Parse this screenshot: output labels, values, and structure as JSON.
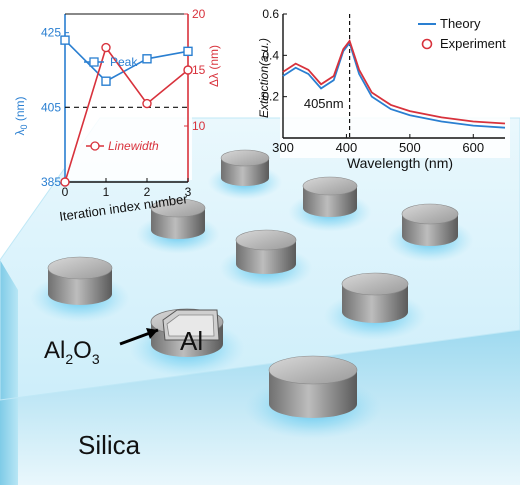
{
  "substrate": {
    "label": "Silica",
    "color_top": "#d6f2fb",
    "color_glow": "#7fd6f2",
    "color_edge": "#4aa7cf"
  },
  "disk_annotation": {
    "inner_label": "Al",
    "shell_label_main": "Al",
    "shell_sub_1": "2",
    "shell_label_mid": "O",
    "shell_sub_2": "3"
  },
  "charts": {
    "inset_left": {
      "x_label": "Iteration index number",
      "left_axis_label": "λ",
      "left_axis_sub": "0",
      "left_axis_unit": " (nm)",
      "right_axis_label": "Δλ (nm)",
      "left_color": "#2a7fd1",
      "right_color": "#d8323c"
    },
    "inset_right": {
      "x_label": "Wavelength (nm)",
      "y_label": "Extinction(a.u.)",
      "marker_label": "405nm"
    }
  },
  "chart_data": [
    {
      "type": "line",
      "x": [
        0,
        1,
        2,
        3
      ],
      "xticks": [
        0,
        1,
        2,
        3
      ],
      "xlabel": "Iteration index number",
      "ylabel": "λ0 (nm)",
      "ylim": [
        385,
        430
      ],
      "yticks": [
        385,
        405,
        425
      ],
      "y2label": "Δλ (nm)",
      "y2lim": [
        5,
        20
      ],
      "y2ticks": [
        10,
        15,
        20
      ],
      "series": [
        {
          "name": "Peak",
          "axis": "left",
          "values": [
            423,
            412,
            418,
            420
          ],
          "color": "#2a7fd1",
          "marker": "square"
        },
        {
          "name": "Linewidth",
          "axis": "right",
          "values": [
            5,
            17,
            12,
            15
          ],
          "color": "#d8323c",
          "marker": "circle"
        }
      ],
      "reference_level": 405,
      "legend": "inline",
      "grid": false
    },
    {
      "type": "line",
      "xlabel": "Wavelength (nm)",
      "ylabel": "Extinction(a.u.)",
      "xlim": [
        300,
        650
      ],
      "ylim": [
        0,
        0.6
      ],
      "xticks": [
        300,
        400,
        500,
        600
      ],
      "yticks": [
        0,
        0.2,
        0.4,
        0.6
      ],
      "marker_x": 405,
      "series": [
        {
          "name": "Theory",
          "color": "#2a7fd1",
          "style": "line",
          "x": [
            300,
            320,
            340,
            360,
            380,
            395,
            405,
            420,
            440,
            470,
            500,
            550,
            600,
            650
          ],
          "y": [
            0.3,
            0.34,
            0.31,
            0.24,
            0.28,
            0.42,
            0.46,
            0.31,
            0.2,
            0.14,
            0.11,
            0.08,
            0.06,
            0.05
          ]
        },
        {
          "name": "Experiment",
          "color": "#d8323c",
          "style": "circles",
          "x": [
            300,
            320,
            340,
            360,
            380,
            395,
            405,
            420,
            440,
            470,
            500,
            550,
            600,
            650
          ],
          "y": [
            0.32,
            0.36,
            0.33,
            0.26,
            0.3,
            0.43,
            0.47,
            0.33,
            0.22,
            0.16,
            0.13,
            0.1,
            0.08,
            0.07
          ]
        }
      ],
      "legend": "top-right",
      "grid": false
    }
  ]
}
